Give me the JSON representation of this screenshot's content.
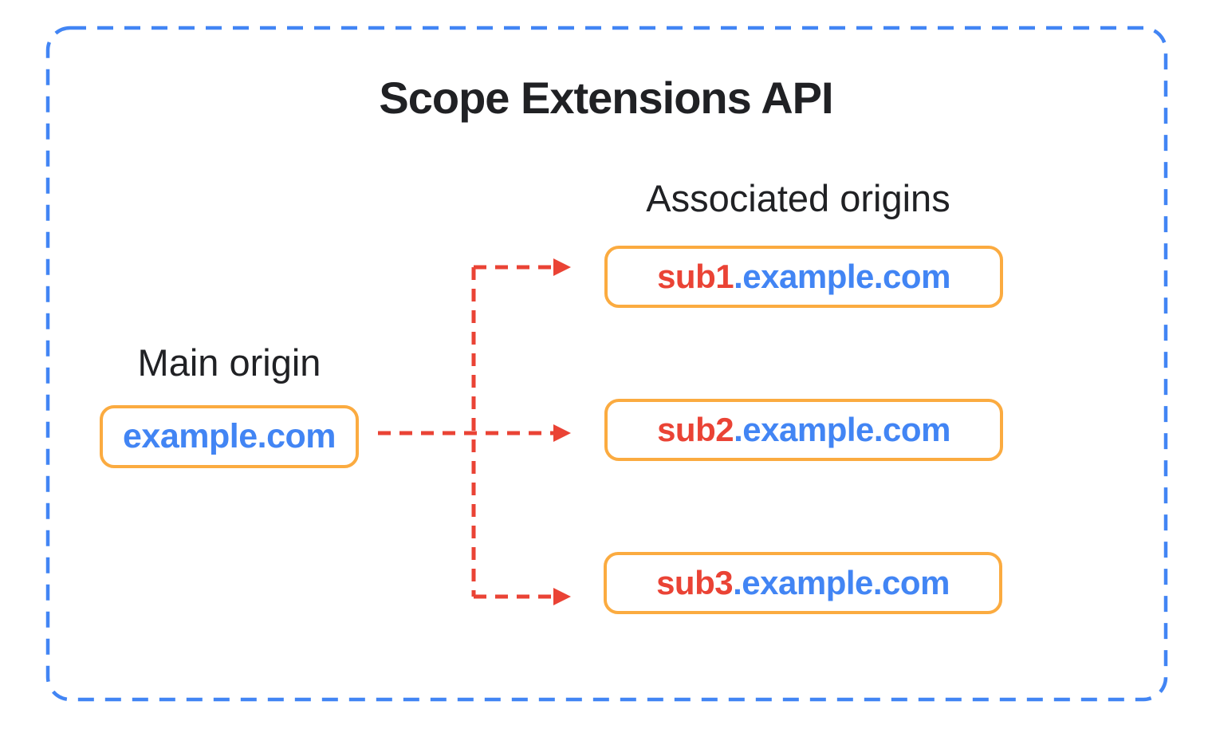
{
  "diagram": {
    "title": "Scope Extensions API",
    "main_origin": {
      "label": "Main origin",
      "domain": "example.com"
    },
    "associated_origins": {
      "label": "Associated origins",
      "items": [
        {
          "subdomain": "sub1",
          "suffix": ".example.com"
        },
        {
          "subdomain": "sub2",
          "suffix": ".example.com"
        },
        {
          "subdomain": "sub3",
          "suffix": ".example.com"
        }
      ]
    },
    "colors": {
      "boundary_blue": "#4285F4",
      "connector_red": "#EA4335",
      "box_border_orange": "#FBAB40",
      "domain_text_blue": "#4285F4",
      "subdomain_text_red": "#EA4335",
      "heading_text": "#202124",
      "background": "#FFFFFF"
    }
  }
}
